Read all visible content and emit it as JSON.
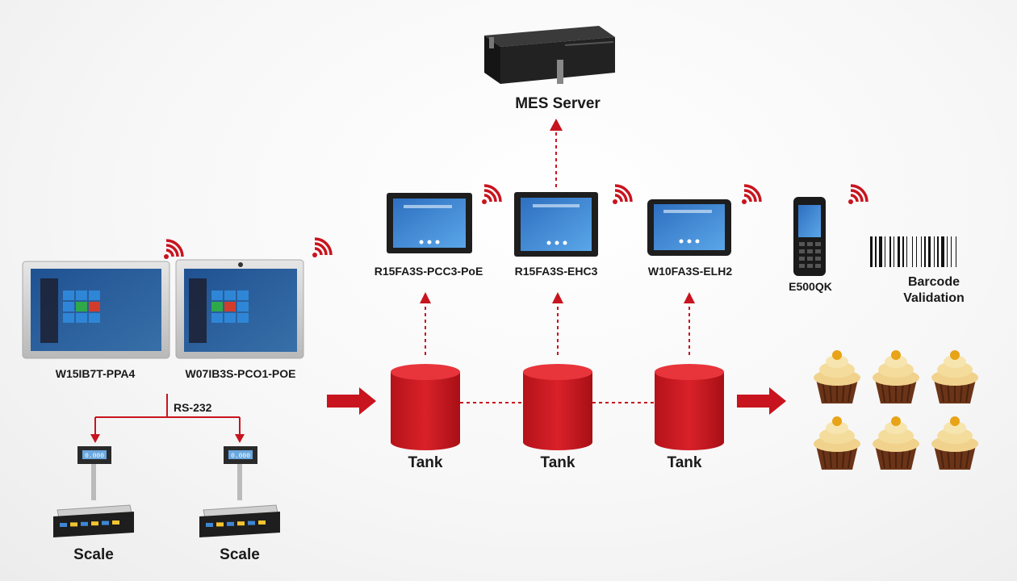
{
  "server": {
    "label": "MES Server"
  },
  "panels": [
    {
      "model": "R15FA3S-PCC3-PoE"
    },
    {
      "model": "R15FA3S-EHC3"
    },
    {
      "model": "W10FA3S-ELH2"
    }
  ],
  "left_panels": [
    {
      "model": "W15IB7T-PPA4"
    },
    {
      "model": "W07IB3S-PCO1-POE"
    }
  ],
  "handheld": {
    "model": "E500QK"
  },
  "barcode": {
    "line1": "Barcode",
    "line2": "Validation"
  },
  "link": {
    "label": "RS-232"
  },
  "scales": [
    {
      "label": "Scale"
    },
    {
      "label": "Scale"
    }
  ],
  "tanks": [
    {
      "label": "Tank"
    },
    {
      "label": "Tank"
    },
    {
      "label": "Tank"
    }
  ],
  "scale_display": "0.000",
  "colors": {
    "accent": "#c8141e",
    "tank": "#cf1b22",
    "device": "#1c1c1c",
    "screen": "#3f86d4"
  },
  "icons": [
    "server-icon",
    "touch-panel-icon",
    "handheld-icon",
    "barcode-icon",
    "scale-icon",
    "tank-icon",
    "cupcake-icon",
    "wifi-icon",
    "arrow-icon"
  ]
}
